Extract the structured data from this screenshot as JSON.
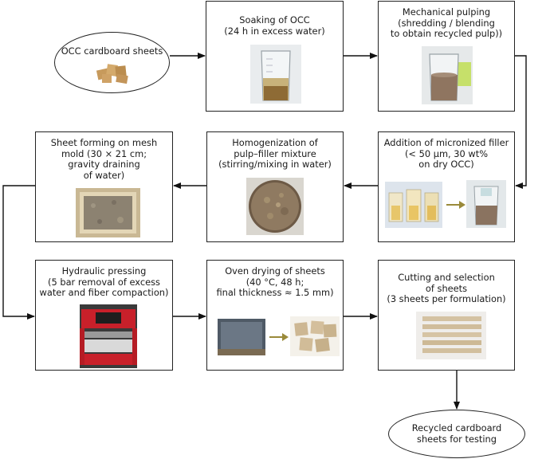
{
  "diagram": {
    "start": {
      "label": "OCC cardboard sheets"
    },
    "steps": [
      {
        "id": "soaking",
        "label": "Soaking of OCC\n(24 h in excess water)"
      },
      {
        "id": "pulping",
        "label": "Mechanical pulping\n(shredding / blending\nto obtain recycled pulp))"
      },
      {
        "id": "filler",
        "label": "Addition of micronized filler\n(< 50 µm, 30 wt%\non dry OCC)"
      },
      {
        "id": "homogenization",
        "label": "Homogenization of\npulp–filler mixture\n(stirring/mixing in water)"
      },
      {
        "id": "forming",
        "label": "Sheet forming on mesh\nmold (30 × 21 cm;\ngravity draining\nof water)"
      },
      {
        "id": "pressing",
        "label": "Hydraulic pressing\n(5 bar removal of excess\nwater and fiber compaction)"
      },
      {
        "id": "drying",
        "label": "Oven drying of sheets\n(40 °C, 48 h;\nfinal thickness ≈ 1.5 mm)"
      },
      {
        "id": "cutting",
        "label": "Cutting and selection\nof sheets\n(3 sheets per formulation)"
      }
    ],
    "end": {
      "label": "Recycled cardboard\nsheets for testing"
    }
  }
}
